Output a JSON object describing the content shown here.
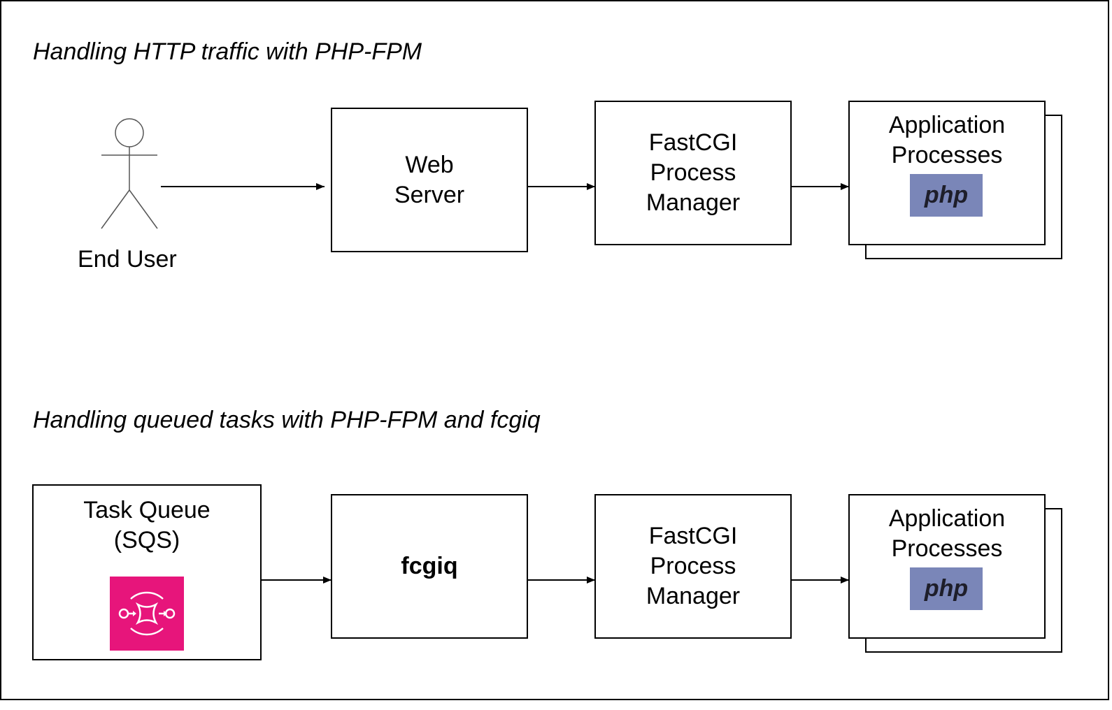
{
  "http_flow": {
    "heading": "Handling HTTP traffic with PHP-FPM",
    "actor": {
      "label": "End User",
      "icon": "user-stick-figure-icon"
    },
    "web_server": {
      "label": "Web\nServer"
    },
    "fastcgi": {
      "label": "FastCGI\nProcess\nManager"
    },
    "app": {
      "label": "Application\nProcesses",
      "logo": "php"
    }
  },
  "queue_flow": {
    "heading": "Handling queued tasks with PHP-FPM and fcgiq",
    "task_queue": {
      "label": "Task Queue\n(SQS)",
      "icon": "aws-sqs-icon",
      "icon_color": "#e7157b"
    },
    "fcgiq": {
      "label": "fcgiq"
    },
    "fastcgi": {
      "label": "FastCGI\nProcess\nManager"
    },
    "app": {
      "label": "Application\nProcesses",
      "logo": "php"
    }
  },
  "colors": {
    "php_logo_bg": "#7a86b8",
    "sqs_brand": "#e7157b",
    "stroke": "#000000"
  }
}
